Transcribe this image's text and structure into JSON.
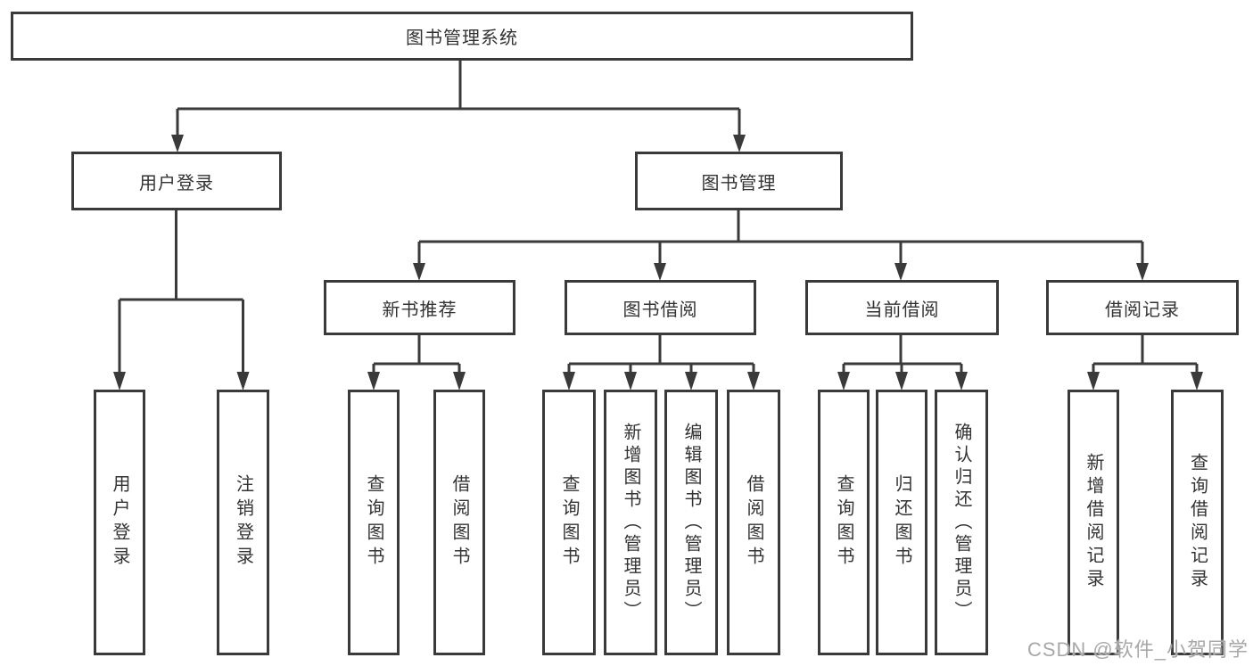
{
  "diagram": {
    "root": "图书管理系统",
    "level2": {
      "user_login": "用户登录",
      "book_management": "图书管理"
    },
    "level3": {
      "new_book_recommend": "新书推荐",
      "book_borrowing": "图书借阅",
      "current_borrowing": "当前借阅",
      "borrowing_records": "借阅记录"
    },
    "leaves": {
      "user_login": "用户登录",
      "logout": "注销登录",
      "query_books_recommend": "查询图书",
      "borrow_books_recommend": "借阅图书",
      "query_books_borrowing": "查询图书",
      "add_books_admin": "新增图书（管理员）",
      "edit_books_admin": "编辑图书（管理员）",
      "borrow_books_borrowing": "借阅图书",
      "query_books_current": "查询图书",
      "return_books": "归还图书",
      "confirm_return_admin": "确认归还（管理员）",
      "add_borrow_record": "新增借阅记录",
      "query_borrow_record": "查询借阅记录"
    }
  },
  "watermark": "CSDN @软件_小贺同学",
  "colors": {
    "line": "#3a3a3a",
    "text": "#333333",
    "watermark": "#a8a8a8"
  }
}
